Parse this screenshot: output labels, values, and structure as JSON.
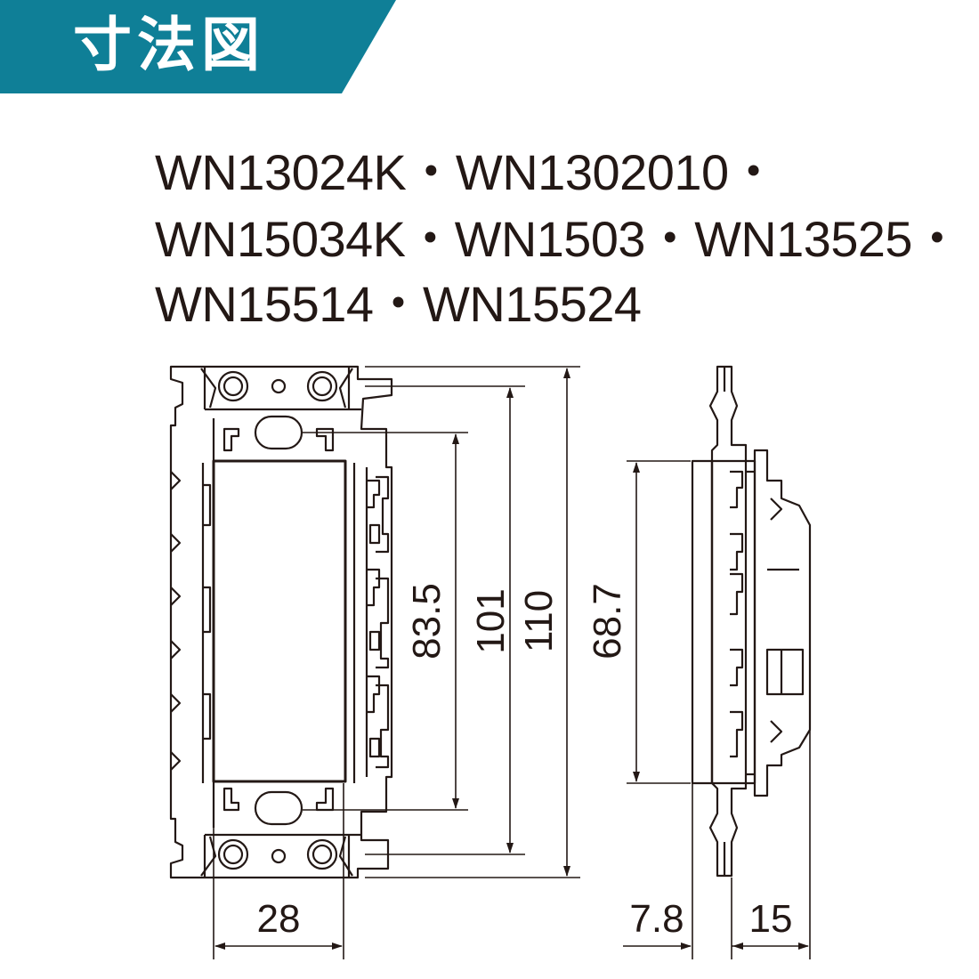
{
  "banner": {
    "title": "寸法図",
    "color": "#0f7f97"
  },
  "models": {
    "line1": "WN13024K・WN1302010・",
    "line2": "WN15034K・WN1503・WN13525・",
    "line3": "WN15514・WN15524"
  },
  "dimensions": {
    "width_front": "28",
    "height_inner": "83.5",
    "height_mid": "101",
    "height_total": "110",
    "height_side": "68.7",
    "depth_front": "7.8",
    "depth_body": "15"
  },
  "colors": {
    "line": "#231815",
    "background": "#ffffff"
  }
}
